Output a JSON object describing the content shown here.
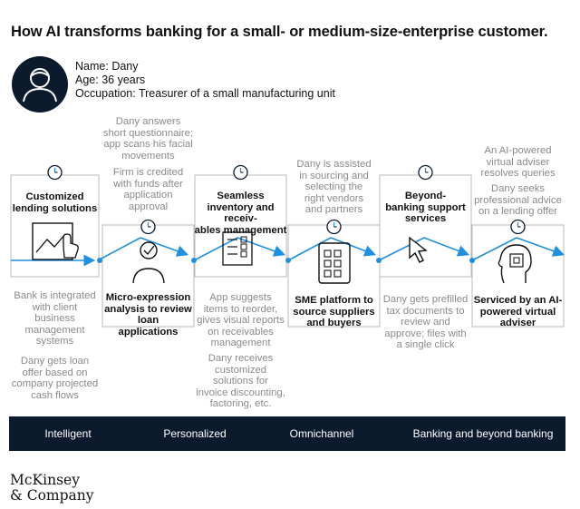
{
  "title": "How AI transforms banking for a small- or medium-size-enterprise customer.",
  "persona": {
    "name_label": "Name:",
    "name": "Dany",
    "age_label": "Age:",
    "age": "36 years",
    "occupation_label": "Occupation:",
    "occupation": "Treasurer of a small manufacturing unit",
    "avatar_icon": "user-avatar-icon"
  },
  "stages": [
    {
      "title": [
        "Customized",
        "lending solutions"
      ],
      "icon": "touchscreen-chart-icon",
      "notes": [
        "Bank is integrated",
        "with client",
        "business",
        "management",
        "systems",
        "Dany gets loan",
        "offer based on",
        "company projected",
        "cash flows"
      ]
    },
    {
      "title": [
        "Micro-expression",
        "analysis to review loan",
        "applications"
      ],
      "icon": "verified-user-icon",
      "notes": [
        "Dany answers",
        "short questionnaire;",
        "app scans his facial",
        "movements",
        "Firm is credited",
        "with funds after",
        "application",
        "approval"
      ]
    },
    {
      "title": [
        "Seamless",
        "inventory and receiv-",
        "ables management"
      ],
      "icon": "checklist-icon",
      "notes": [
        "App suggests",
        "items to reorder,",
        "gives visual reports",
        "on receivables",
        "management",
        "Dany receives",
        "customized",
        "solutions for",
        "invoice discounting,",
        "factoring, etc."
      ]
    },
    {
      "title": [
        "SME platform to",
        "source suppliers",
        "and buyers"
      ],
      "icon": "tablet-apps-icon",
      "notes": [
        "Dany is assisted",
        "in sourcing and",
        "selecting the",
        "right vendors",
        "and partners"
      ]
    },
    {
      "title": [
        "Beyond-",
        "banking support",
        "services"
      ],
      "icon": "cursor-icon",
      "notes": [
        "Dany gets prefilled",
        "tax documents to",
        "review and",
        "approve; files with",
        "a single click"
      ]
    },
    {
      "title": [
        "Serviced by an AI-",
        "powered virtual",
        "adviser"
      ],
      "icon": "ai-brain-icon",
      "notes": [
        "An AI-powered",
        "virtual adviser",
        "resolves queries",
        "Dany seeks",
        "professional advice",
        "on a lending offer"
      ]
    }
  ],
  "categories": [
    "Intelligent",
    "Personalized",
    "Omnichannel",
    "Banking and beyond banking"
  ],
  "logo": [
    "McKinsey",
    "& Company"
  ],
  "colors": {
    "accent": "#1f8fe0",
    "navy": "#0c1a2e",
    "gray_text": "#8a8a8a",
    "box_border": "#b9b9b9"
  }
}
